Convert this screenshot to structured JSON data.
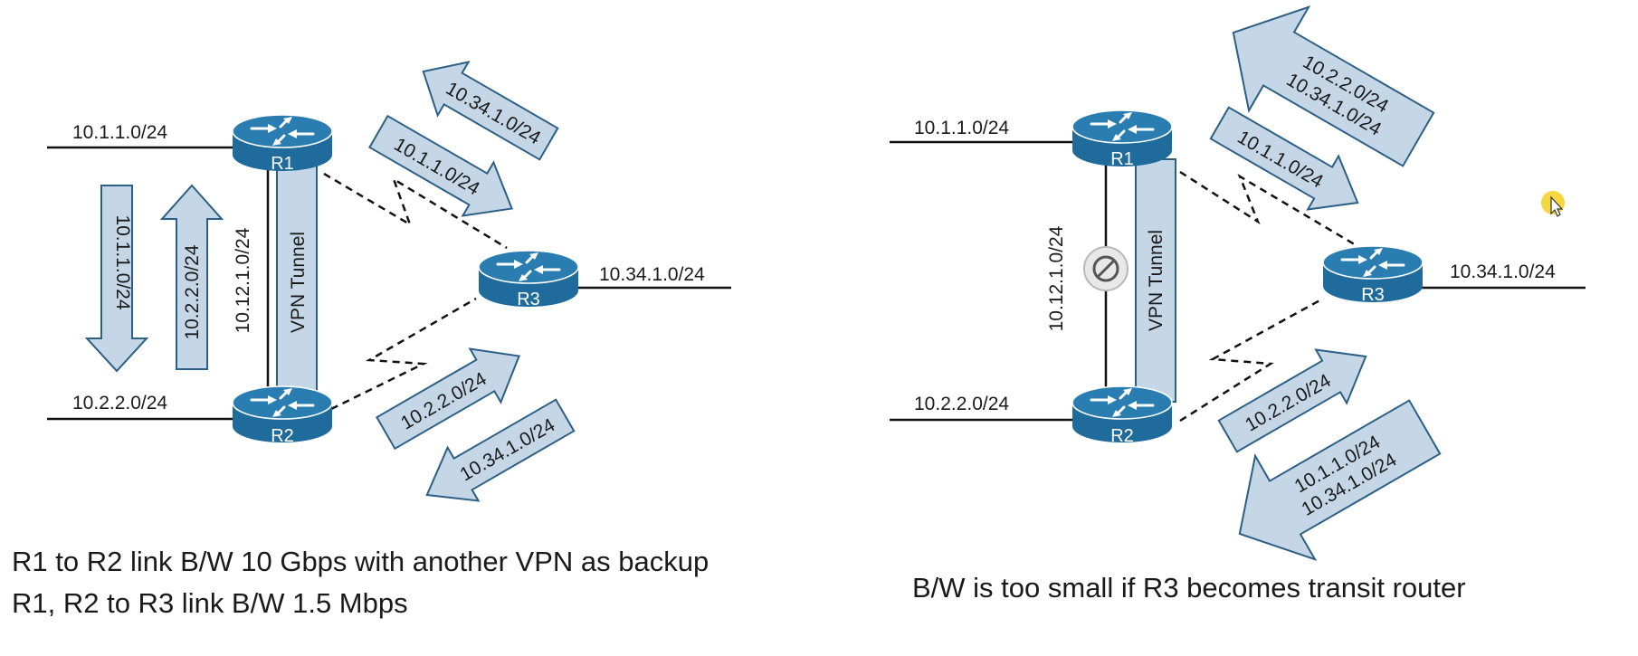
{
  "left": {
    "r1": "R1",
    "r2": "R2",
    "r3": "R3",
    "net_r1": "10.1.1.0/24",
    "net_r2": "10.2.2.0/24",
    "net_r3": "10.34.1.0/24",
    "link_r1_r2": "10.12.1.0/24",
    "vpn": "VPN Tunnel",
    "arrow_down": "10.1.1.0/24",
    "arrow_up": "10.2.2.0/24",
    "arrow_to_r1": "10.34.1.0/24",
    "arrow_r1_to_r3": "10.1.1.0/24",
    "arrow_r2_to_r3": "10.2.2.0/24",
    "arrow_to_r2": "10.34.1.0/24",
    "caption_line1": "R1 to R2 link B/W 10 Gbps with another VPN as backup",
    "caption_line2": "R1, R2 to R3 link B/W 1.5 Mbps"
  },
  "right": {
    "r1": "R1",
    "r2": "R2",
    "r3": "R3",
    "net_r1": "10.1.1.0/24",
    "net_r2": "10.2.2.0/24",
    "net_r3": "10.34.1.0/24",
    "link_r1_r2": "10.12.1.0/24",
    "vpn": "VPN Tunnel",
    "arrow_to_r1_a": "10.2.2.0/24",
    "arrow_to_r1_b": "10.34.1.0/24",
    "arrow_r1_to_r3": "10.1.1.0/24",
    "arrow_r2_to_r3": "10.2.2.0/24",
    "arrow_to_r2_a": "10.1.1.0/24",
    "arrow_to_r2_b": "10.34.1.0/24",
    "caption": "B/W is too small if R3 becomes transit router"
  },
  "colors": {
    "router": "#1f6b9b",
    "router_top": "#2a7db0",
    "arrow_fill": "#c5d7e6",
    "arrow_stroke": "#2c5f85",
    "cursor_highlight": "#f5d020"
  }
}
